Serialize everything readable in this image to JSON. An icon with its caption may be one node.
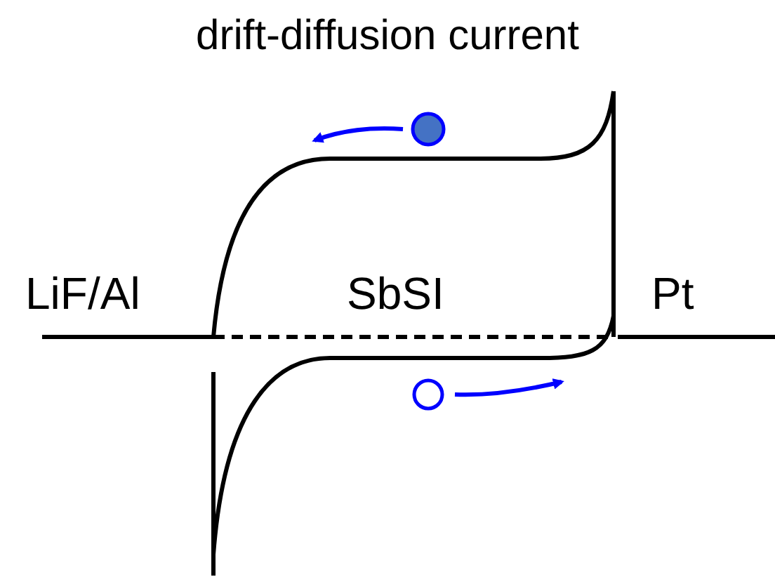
{
  "diagram": {
    "title": "drift-diffusion current",
    "labels": [
      "LiF/Al",
      "SbSI",
      "Pt"
    ]
  }
}
